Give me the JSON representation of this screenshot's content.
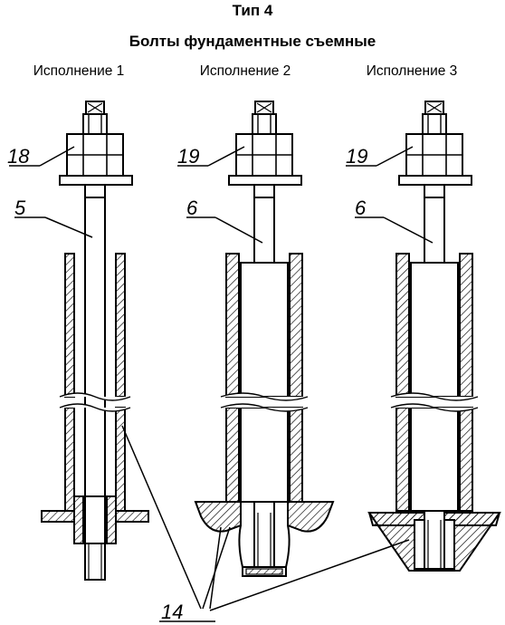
{
  "header": {
    "type_label": "Тип 4",
    "subtitle": "Болты фундаментные съемные"
  },
  "variants": [
    {
      "label": "Исполнение 1",
      "nut_callout": "18",
      "stud_callout": "5"
    },
    {
      "label": "Исполнение 2",
      "nut_callout": "19",
      "stud_callout": "6"
    },
    {
      "label": "Исполнение 3",
      "nut_callout": "19",
      "stud_callout": "6"
    }
  ],
  "common_callout": "14"
}
